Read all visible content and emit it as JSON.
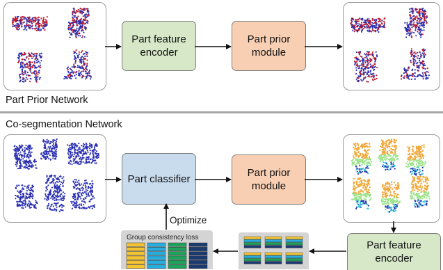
{
  "top": {
    "encoder": {
      "line1": "Part feature",
      "line2": "encoder"
    },
    "prior": {
      "line1": "Part prior",
      "line2": "module"
    },
    "caption": "Part Prior Network"
  },
  "bottom": {
    "caption": "Co-segmentation Network",
    "classifier": "Part classifier",
    "prior": {
      "line1": "Part prior",
      "line2": "module"
    },
    "encoder": {
      "line1": "Part feature",
      "line2": "encoder"
    },
    "optimize": "Optimize",
    "loss_title": "Group consistency loss"
  },
  "colors": {
    "point_blue": "#2a2fb0",
    "point_red": "#c0192a",
    "seg_orange": "#f2a83a",
    "seg_green": "#9be38a",
    "seg_cyan": "#37c8d8"
  }
}
